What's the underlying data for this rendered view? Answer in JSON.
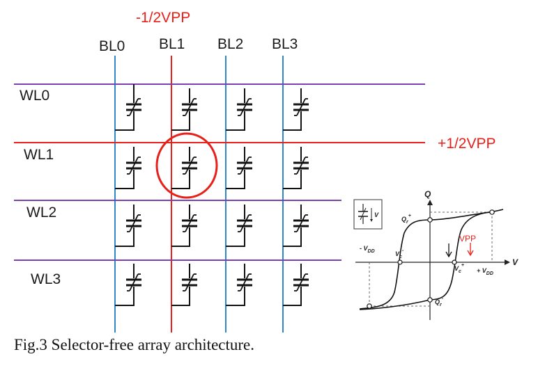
{
  "array": {
    "bitlines": [
      "BL0",
      "BL1",
      "BL2",
      "BL3"
    ],
    "wordlines": [
      "WL0",
      "WL1",
      "WL2",
      "WL3"
    ],
    "selected_bitline_bias": "-1/2VPP",
    "selected_wordline_bias": "+1/2VPP",
    "colors": {
      "bitline": "#2f86c8",
      "wordline": "#7a3fb0",
      "selected": "#e8201a",
      "cell": "#111111"
    }
  },
  "hysteresis": {
    "y_axis": "Q",
    "x_axis": "V",
    "neg_vdd": "- V",
    "neg_vdd_sub": "DD",
    "pos_vdd": "+ V",
    "pos_vdd_sub": "DD",
    "qr_plus": "Q",
    "qr_plus_sup": "+",
    "qr_plus_sub": "r",
    "qr_minus": "Q",
    "qr_minus_sup": "-",
    "qr_minus_sub": "r",
    "vc_minus": "V",
    "vc_minus_sup": "-",
    "vc_minus_sub": "c",
    "vc_plus": "V",
    "vc_plus_sup": "+",
    "vc_plus_sub": "c",
    "vpp_label": "VPP",
    "legend_v": "V"
  },
  "caption": "Fig.3 Selector-free array architecture."
}
